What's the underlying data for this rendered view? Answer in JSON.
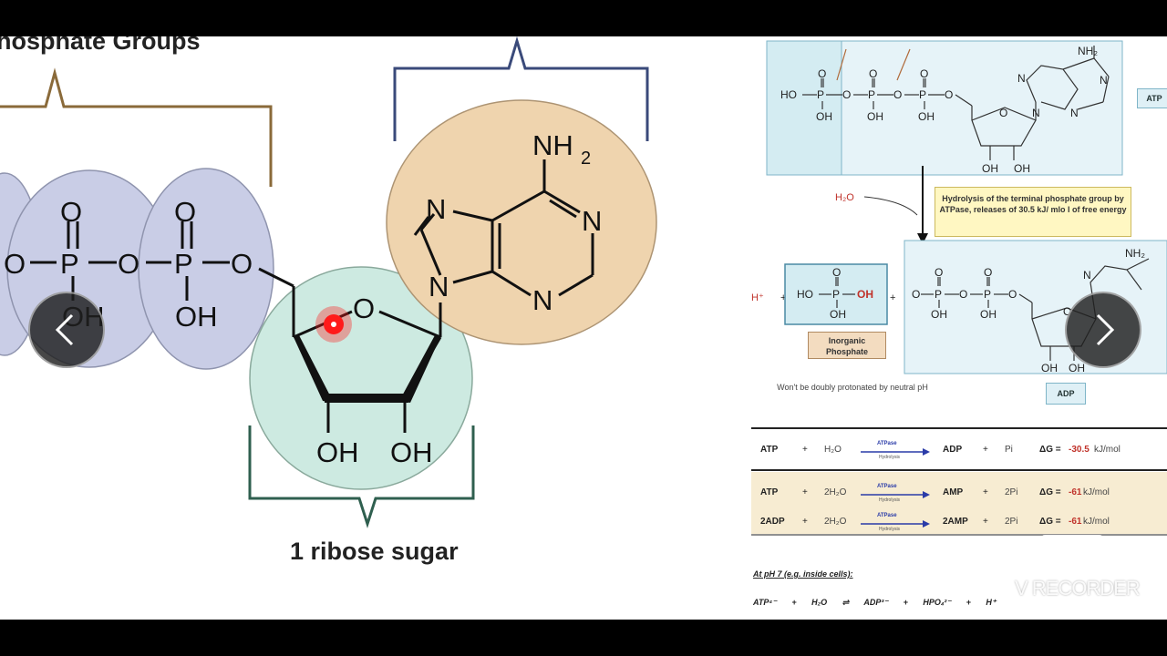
{
  "left_diagram": {
    "heading": "hosphate Groups",
    "ribose_label": "1 ribose sugar",
    "atoms": {
      "O": "O",
      "P": "P",
      "OH": "OH",
      "NH2_main": "NH",
      "NH2_sub": "2",
      "N": "N"
    }
  },
  "right_diagram": {
    "atp_badge": "ATP",
    "adp_badge": "ADP",
    "water_label": "H₂O",
    "proton_label": "H⁺",
    "plus": "+",
    "nh2": "NH₂",
    "hydrolysis_text": "Hydrolysis of the terminal phosphate group by ATPase, releases of 30.5 kJ/ mlo l of free energy",
    "inorganic_label": "Inorganic Phosphate",
    "proton_note": "Won't be doubly protonated by neutral pH",
    "ph_note": "At pH 7 (e.g. inside cells):",
    "final_equation": "ATP⁴⁻ + H₂O ⇌ ADP³⁻ + HPO₄²⁻ + H⁺"
  },
  "equations": [
    {
      "left": "ATP",
      "water": "H₂O",
      "enzyme": "ATPase",
      "process": "Hydrolysis",
      "right": "ADP",
      "byproduct": "Pi",
      "dg_label": "ΔG = ",
      "dg_value": "-30.5",
      "dg_unit": " kJ/mol"
    },
    {
      "left": "ATP",
      "water": "2H₂O",
      "enzyme": "ATPase",
      "process": "Hydrolysis",
      "right": "AMP",
      "byproduct": "2Pi",
      "dg_label": "ΔG = ",
      "dg_value": "-61",
      "dg_unit": " kJ/mol"
    },
    {
      "left": "2ADP",
      "water": "2H₂O",
      "enzyme": "ATPase",
      "process": "Hydrolysis",
      "right": "2AMP",
      "byproduct": "2Pi",
      "dg_label": "ΔG = ",
      "dg_value": "-61",
      "dg_unit": " kJ/mol"
    }
  ],
  "overlay": {
    "watermark": "V RECORDER"
  },
  "colors": {
    "phosphate_fill": "#c9cde6",
    "ribose_fill": "#cdeae1",
    "adenine_fill": "#efd4ae",
    "bracket_phosphate": "#8a6a3a",
    "bracket_adenine": "#3a4a7a",
    "bracket_ribose": "#2f5f4f",
    "laser_pointer": "#ff1a1a"
  }
}
